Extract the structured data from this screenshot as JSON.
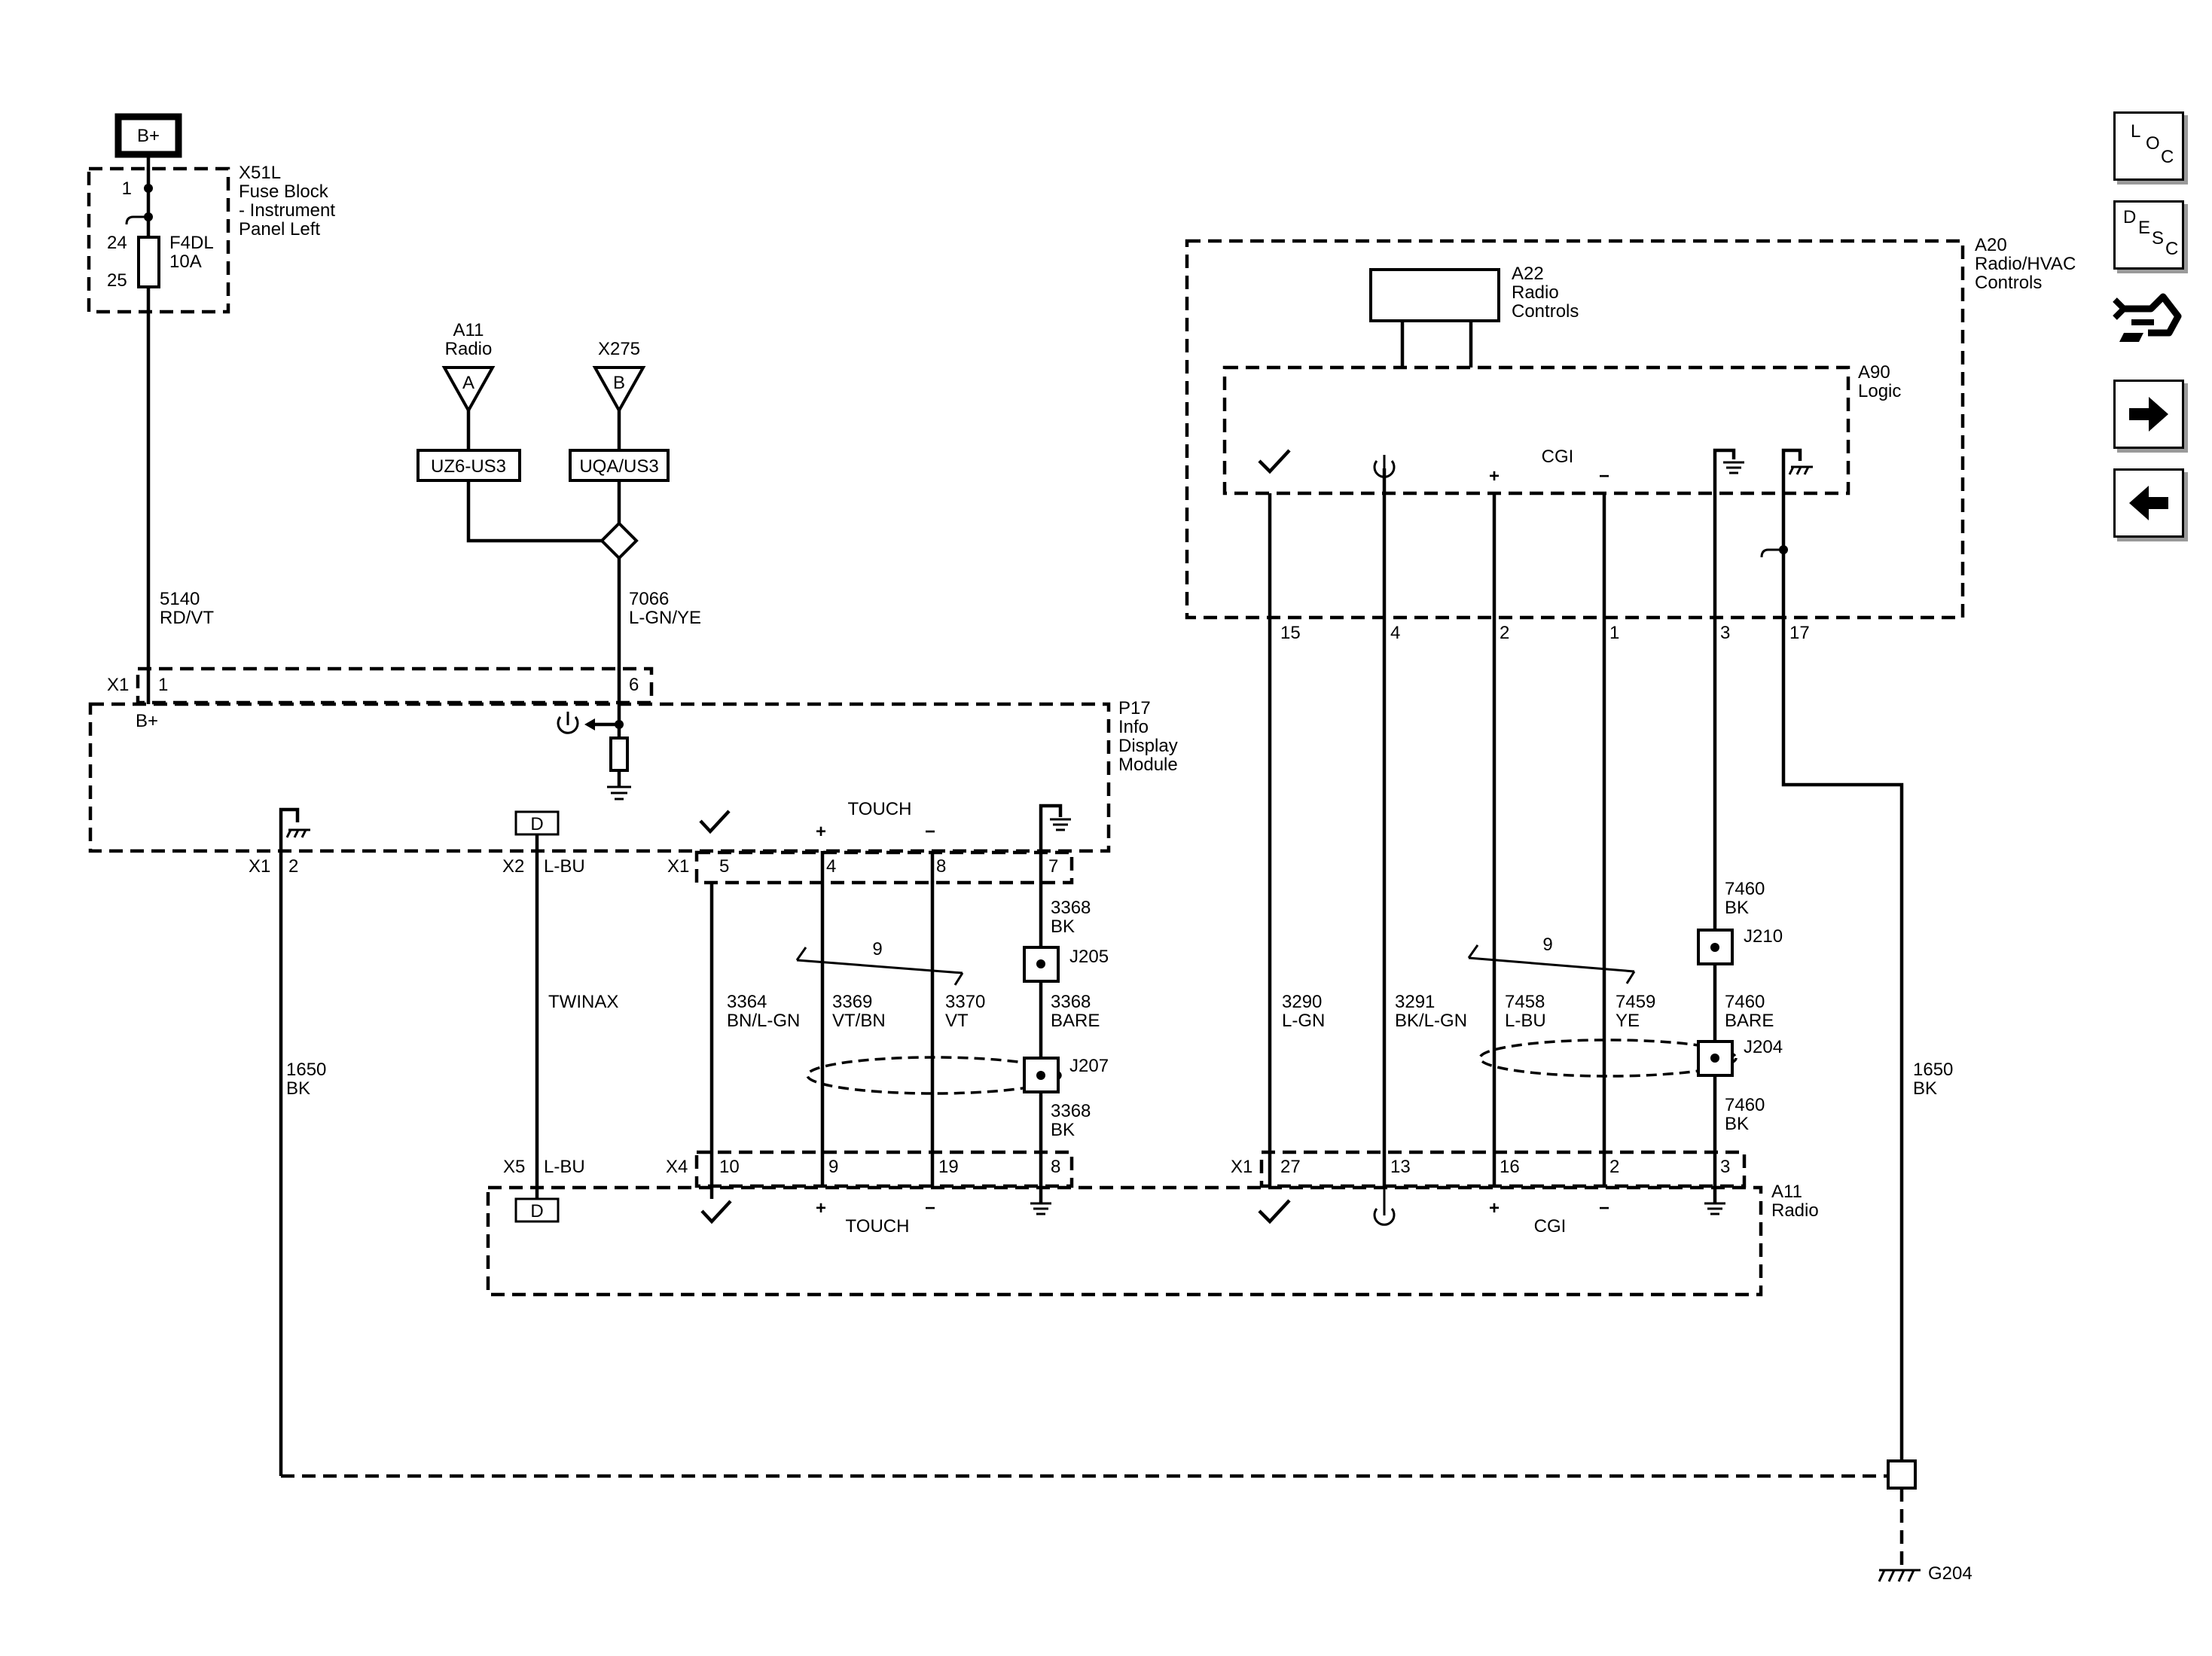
{
  "power": {
    "label": "B+"
  },
  "fuse_block": {
    "id": "X51L",
    "name_line1": "Fuse Block",
    "name_line2": "- Instrument",
    "name_line3": "Panel Left",
    "pin_top": "1",
    "pin_24": "24",
    "pin_25": "25",
    "fuse_id": "F4DL",
    "fuse_rating": "10A"
  },
  "wire_5140": {
    "circuit": "5140",
    "color": "RD/VT"
  },
  "antenna_radio": {
    "id": "A11",
    "name": "Radio",
    "letter": "A",
    "option": "UZ6-US3"
  },
  "antenna_x275": {
    "id": "X275",
    "letter": "B",
    "option": "UQA/US3"
  },
  "wire_7066": {
    "circuit": "7066",
    "color": "L-GN/YE"
  },
  "p17": {
    "id": "P17",
    "name_line1": "Info",
    "name_line2": "Display",
    "name_line3": "Module",
    "conn_x1_top": "X1",
    "pin_1": "1",
    "pin_6": "6",
    "bplus": "B+",
    "conn_x1_bottom": "X1",
    "pin_2": "2",
    "conn_x2": "X2",
    "x2_color": "L-BU",
    "conn_x1_touch": "X1",
    "pin_5": "5",
    "pin_4": "4",
    "pin_8": "8",
    "pin_7": "7",
    "touch": "TOUCH",
    "display_letter": "D"
  },
  "twinax": "TWINAX",
  "touch_wires": {
    "twist": "9",
    "w3364": {
      "circuit": "3364",
      "color": "BN/L-GN"
    },
    "w3369": {
      "circuit": "3369",
      "color": "VT/BN"
    },
    "w3370": {
      "circuit": "3370",
      "color": "VT"
    },
    "d1": {
      "circuit": "3368",
      "color": "BK"
    },
    "d2": {
      "circuit": "3368",
      "color": "BARE"
    },
    "d3": {
      "circuit": "3368",
      "color": "BK"
    },
    "j205": "J205",
    "j207": "J207"
  },
  "wire_1650_left": {
    "circuit": "1650",
    "color": "BK"
  },
  "wire_1650_right": {
    "circuit": "1650",
    "color": "BK"
  },
  "a20": {
    "id": "A20",
    "name_line1": "Radio/HVAC",
    "name_line2": "Controls"
  },
  "a22": {
    "id": "A22",
    "name_line1": "Radio",
    "name_line2": "Controls"
  },
  "a90": {
    "id": "A90",
    "name": "Logic",
    "cgi": "CGI",
    "pin_15": "15",
    "pin_4": "4",
    "pin_2": "2",
    "pin_1": "1",
    "pin_3": "3",
    "pin_17": "17"
  },
  "cgi_wires": {
    "twist": "9",
    "w3290": {
      "circuit": "3290",
      "color": "L-GN"
    },
    "w3291": {
      "circuit": "3291",
      "color": "BK/L-GN"
    },
    "w7458": {
      "circuit": "7458",
      "color": "L-BU"
    },
    "w7459": {
      "circuit": "7459",
      "color": "YE"
    },
    "d1": {
      "circuit": "7460",
      "color": "BK"
    },
    "d2": {
      "circuit": "7460",
      "color": "BARE"
    },
    "d3": {
      "circuit": "7460",
      "color": "BK"
    },
    "j210": "J210",
    "j204": "J204"
  },
  "a11": {
    "id": "A11",
    "name": "Radio",
    "touch": "TOUCH",
    "cgi": "CGI",
    "display_letter": "D",
    "conn_x5": "X5",
    "x5_color": "L-BU",
    "conn_x4": "X4",
    "pin_10": "10",
    "pin_9": "9",
    "pin_19": "19",
    "pin_8": "8",
    "conn_x1": "X1",
    "pin_27": "27",
    "pin_13": "13",
    "pin_16": "16",
    "pin_2": "2",
    "pin_3": "3"
  },
  "ground": {
    "id": "G204"
  },
  "nav": {
    "loc": {
      "l1": "L",
      "l2": "O",
      "l3": "C"
    },
    "desc": {
      "l1": "D",
      "l2": "E",
      "l3": "S",
      "l4": "C"
    }
  }
}
